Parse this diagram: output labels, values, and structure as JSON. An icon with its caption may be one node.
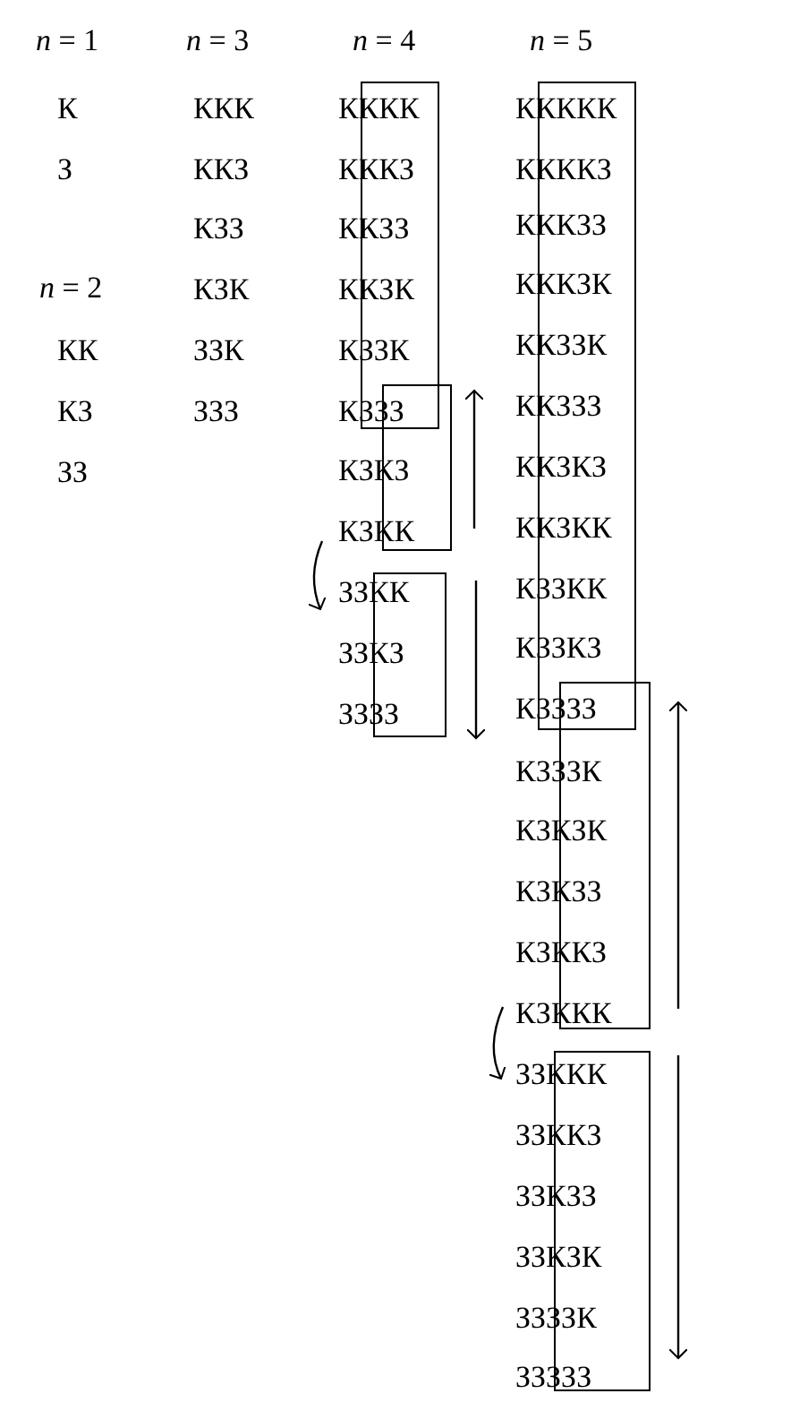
{
  "diagram": {
    "labels": [
      "*n* = 1",
      "К",
      "З",
      "*n* = 2",
      "КК",
      "КЗ",
      "ЗЗ",
      "*n* = 3",
      "ККК",
      "ККЗ",
      "КЗЗ",
      "КЗК",
      "ЗЗК",
      "ЗЗЗ",
      "*n* = 4",
      "КККК",
      "КККЗ",
      "ККЗЗ",
      "ККЗК",
      "КЗЗК",
      "КЗЗЗ",
      "КЗКЗ",
      "КЗКК",
      "ЗЗКК",
      "ЗЗКЗ",
      "ЗЗЗЗ",
      "*n* = 5",
      "ККККК",
      "ККККЗ",
      "КККЗЗ",
      "КККЗК",
      "ККЗЗК",
      "ККЗЗЗ",
      "ККЗКЗ",
      "ККЗКК",
      "КЗЗКК",
      "КЗЗКЗ",
      "КЗЗЗЗ",
      "КЗЗЗК",
      "КЗКЗК",
      "КЗКЗЗ",
      "КЗККЗ",
      "КЗККК",
      "ЗЗККК",
      "ЗЗККЗ",
      "ЗЗКЗЗ",
      "ЗЗКЗК",
      "ЗЗЗЗК",
      "ЗЗЗЗЗ"
    ]
  }
}
